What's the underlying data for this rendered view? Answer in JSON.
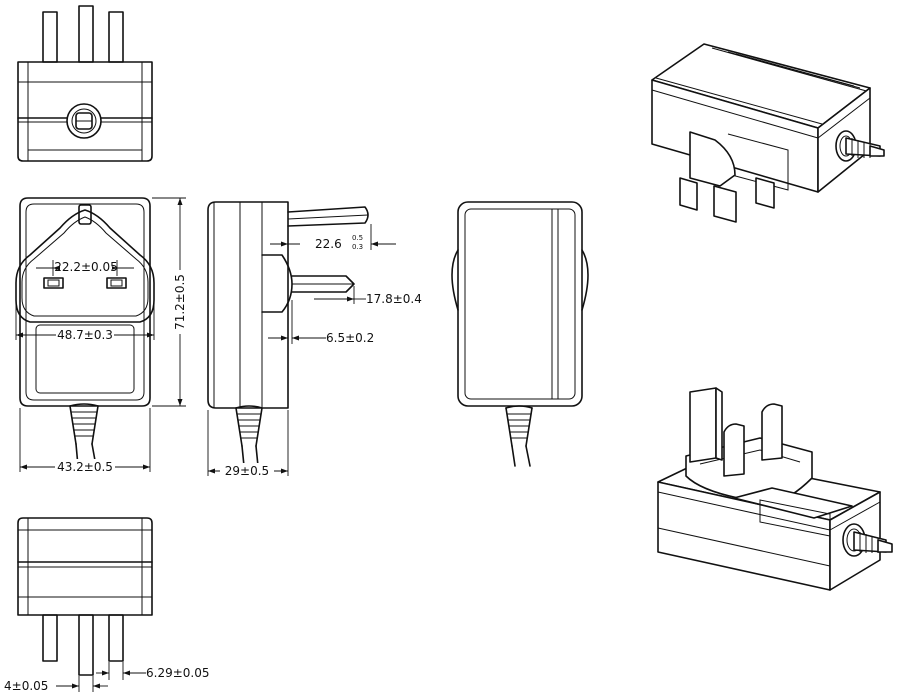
{
  "dimensions": {
    "pin_spacing": "22.2±0.05",
    "face_width": "48.7±0.3",
    "body_height": "71.2±0.5",
    "body_width": "43.2±0.5",
    "body_depth": "29±0.5",
    "pin_length_main": "22.6",
    "pin_length_tol_upper": "0.5",
    "pin_length_tol_lower": "0.3",
    "pin_length_lower": "17.8±0.4",
    "pin_offset": "6.5±0.2",
    "pin_thickness": "4±0.05",
    "pin_width": "6.29±0.05"
  }
}
